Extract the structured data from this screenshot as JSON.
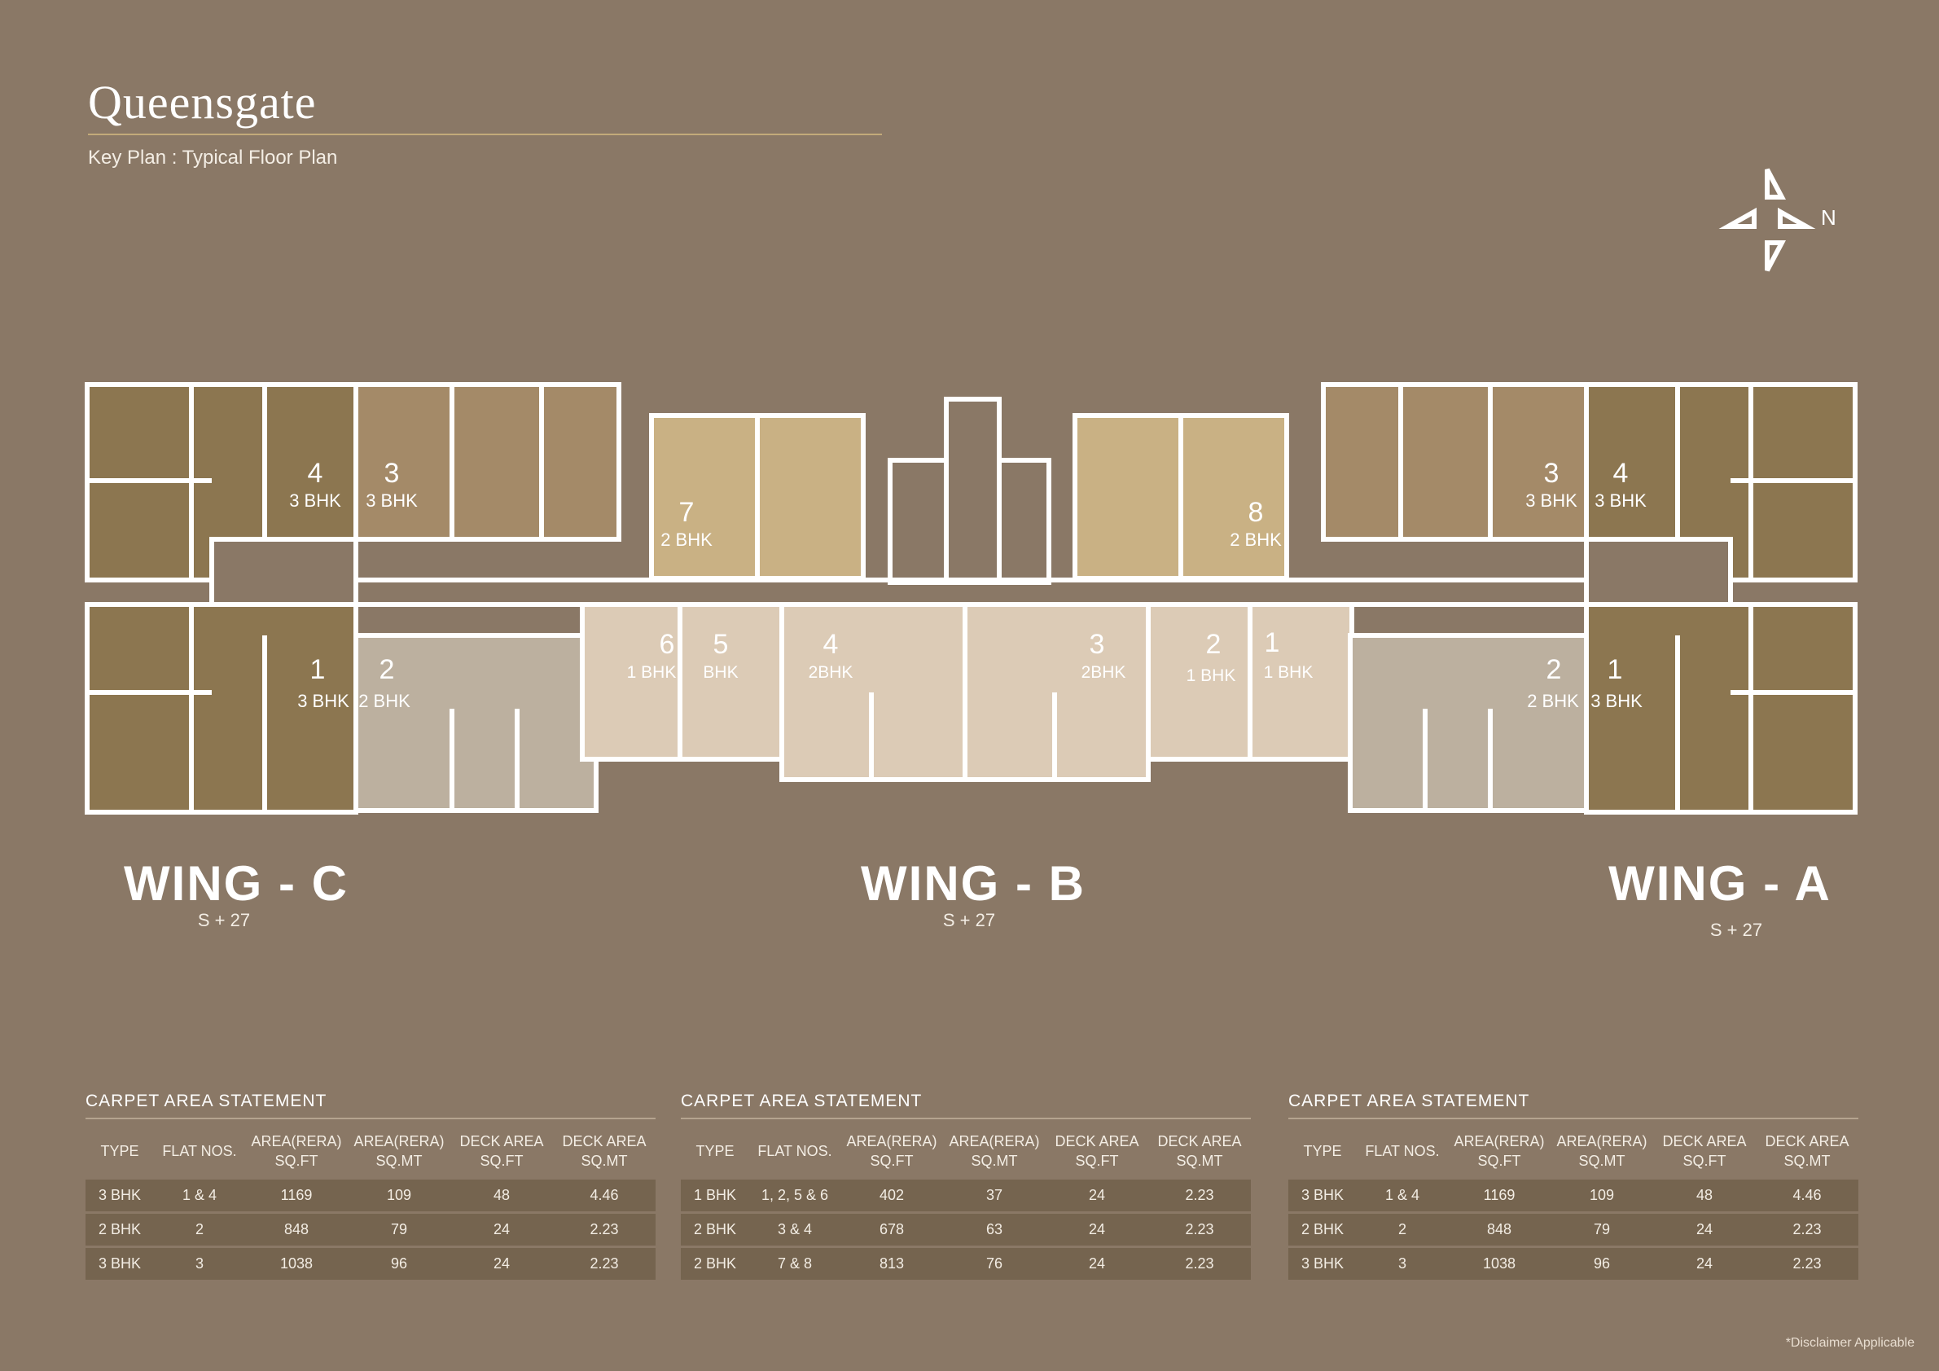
{
  "header": {
    "title": "Queensgate",
    "subtitle": "Key Plan : Typical Floor Plan"
  },
  "compass": {
    "north_label": "N"
  },
  "units": [
    {
      "no": "4",
      "type": "3 BHK"
    },
    {
      "no": "3",
      "type": "3 BHK"
    },
    {
      "no": "7",
      "type": "2 BHK"
    },
    {
      "no": "8",
      "type": "2 BHK"
    },
    {
      "no": "3",
      "type": "3 BHK"
    },
    {
      "no": "4",
      "type": "3 BHK"
    },
    {
      "no": "1",
      "type": "3 BHK"
    },
    {
      "no": "2",
      "type": "2 BHK"
    },
    {
      "no": "6",
      "type": "1 BHK"
    },
    {
      "no": "5",
      "type": "BHK"
    },
    {
      "no": "4",
      "type": "2BHK"
    },
    {
      "no": "3",
      "type": "2BHK"
    },
    {
      "no": "2",
      "type": "1 BHK"
    },
    {
      "no": "1",
      "type": "1 BHK"
    },
    {
      "no": "2",
      "type": "2 BHK"
    },
    {
      "no": "1",
      "type": "3 BHK"
    }
  ],
  "wings": [
    {
      "name": "WING - C",
      "floors": "S + 27"
    },
    {
      "name": "WING - B",
      "floors": "S + 27"
    },
    {
      "name": "WING - A",
      "floors": "S + 27"
    }
  ],
  "tables": [
    {
      "title": "CARPET AREA STATEMENT",
      "headers": [
        "TYPE",
        "FLAT NOS.",
        "AREA(RERA)\nSQ.FT",
        "AREA(RERA)\nSQ.MT",
        "DECK AREA\nSQ.FT",
        "DECK AREA\nSQ.MT"
      ],
      "rows": [
        [
          "3 BHK",
          "1 & 4",
          "1169",
          "109",
          "48",
          "4.46"
        ],
        [
          "2 BHK",
          "2",
          "848",
          "79",
          "24",
          "2.23"
        ],
        [
          "3 BHK",
          "3",
          "1038",
          "96",
          "24",
          "2.23"
        ]
      ]
    },
    {
      "title": "CARPET AREA STATEMENT",
      "headers": [
        "TYPE",
        "FLAT NOS.",
        "AREA(RERA)\nSQ.FT",
        "AREA(RERA)\nSQ.MT",
        "DECK AREA\nSQ.FT",
        "DECK AREA\nSQ.MT"
      ],
      "rows": [
        [
          "1 BHK",
          "1, 2, 5 & 6",
          "402",
          "37",
          "24",
          "2.23"
        ],
        [
          "2 BHK",
          "3 & 4",
          "678",
          "63",
          "24",
          "2.23"
        ],
        [
          "2 BHK",
          "7 & 8",
          "813",
          "76",
          "24",
          "2.23"
        ]
      ]
    },
    {
      "title": "CARPET AREA STATEMENT",
      "headers": [
        "TYPE",
        "FLAT NOS.",
        "AREA(RERA)\nSQ.FT",
        "AREA(RERA)\nSQ.MT",
        "DECK AREA\nSQ.FT",
        "DECK AREA\nSQ.MT"
      ],
      "rows": [
        [
          "3 BHK",
          "1 & 4",
          "1169",
          "109",
          "48",
          "4.46"
        ],
        [
          "2 BHK",
          "2",
          "848",
          "79",
          "24",
          "2.23"
        ],
        [
          "3 BHK",
          "3",
          "1038",
          "96",
          "24",
          "2.23"
        ]
      ]
    }
  ],
  "disclaimer": "*Disclaimer Applicable",
  "colors": {
    "background": "#8a7866",
    "three_bhk_end": "#8c7650",
    "three_bhk_mid": "#a48a68",
    "two_bhk_top": "#c9b184",
    "two_bhk_side": "#bcb09f",
    "one_two_bhk_center": "#dccbb6",
    "walls": "#ffffff"
  }
}
